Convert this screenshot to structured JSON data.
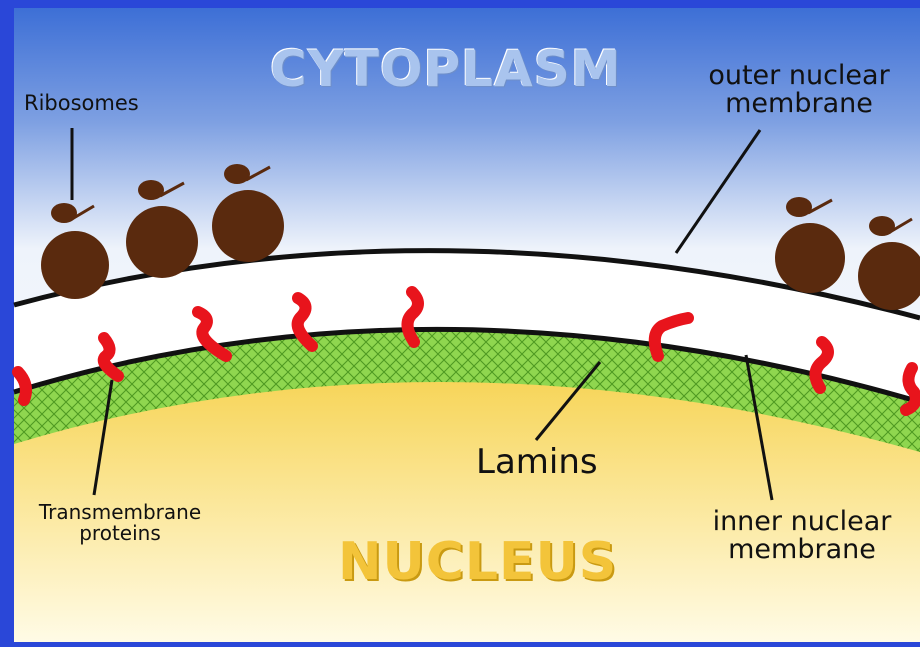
{
  "title_top": "CYTOPLASM",
  "title_bottom": "NUCLEUS",
  "labels": {
    "ribosomes": "Ribosomes",
    "outer_membrane_1": "outer nuclear",
    "outer_membrane_2": "membrane",
    "lamins": "Lamins",
    "inner_membrane_1": "inner nuclear",
    "inner_membrane_2": "membrane",
    "transmembrane_1": "Transmembrane",
    "transmembrane_2": "proteins"
  },
  "colors": {
    "frame": "#2a47d8",
    "cytoplasm_top": "#3d6fd6",
    "membrane_space": "#ffffff",
    "lamina_green": "#8dd24a",
    "nucleus_yellow": "#f7d556",
    "ribosome_brown": "#5a2a0e",
    "protein_red": "#e8141c",
    "title_top": "#a9c4ee",
    "title_bottom": "#f3c43a"
  }
}
